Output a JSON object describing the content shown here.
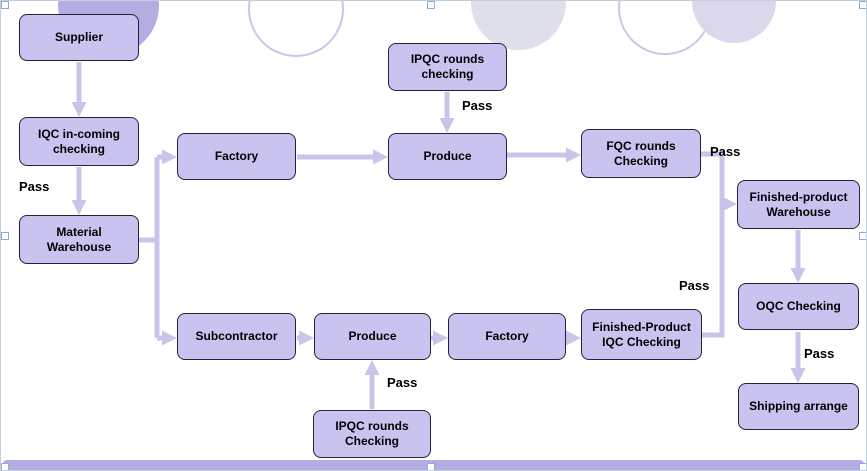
{
  "flowchart": {
    "pass_label": "Pass",
    "nodes": {
      "supplier": {
        "label": "Supplier"
      },
      "iqc_incoming": {
        "label": "IQC in-coming checking"
      },
      "material_warehouse": {
        "label": "Material Warehouse"
      },
      "factory_top": {
        "label": "Factory"
      },
      "ipqc_top": {
        "label": "IPQC rounds checking"
      },
      "produce_top": {
        "label": "Produce"
      },
      "fqc": {
        "label": "FQC rounds Checking"
      },
      "finished_warehouse": {
        "label": "Finished-product Warehouse"
      },
      "oqc": {
        "label": "OQC Checking"
      },
      "shipping": {
        "label": "Shipping arrange"
      },
      "subcontractor": {
        "label": "Subcontractor"
      },
      "produce_bottom": {
        "label": "Produce"
      },
      "factory_bottom": {
        "label": "Factory"
      },
      "fp_iqc": {
        "label": "Finished-Product IQC Checking"
      },
      "ipqc_bottom": {
        "label": "IPQC rounds Checking"
      }
    },
    "colors": {
      "node_fill": "#c8c3ef",
      "node_border": "#22223a",
      "connector": "#c9c4ea",
      "accent_bar": "#b4ade2"
    }
  }
}
